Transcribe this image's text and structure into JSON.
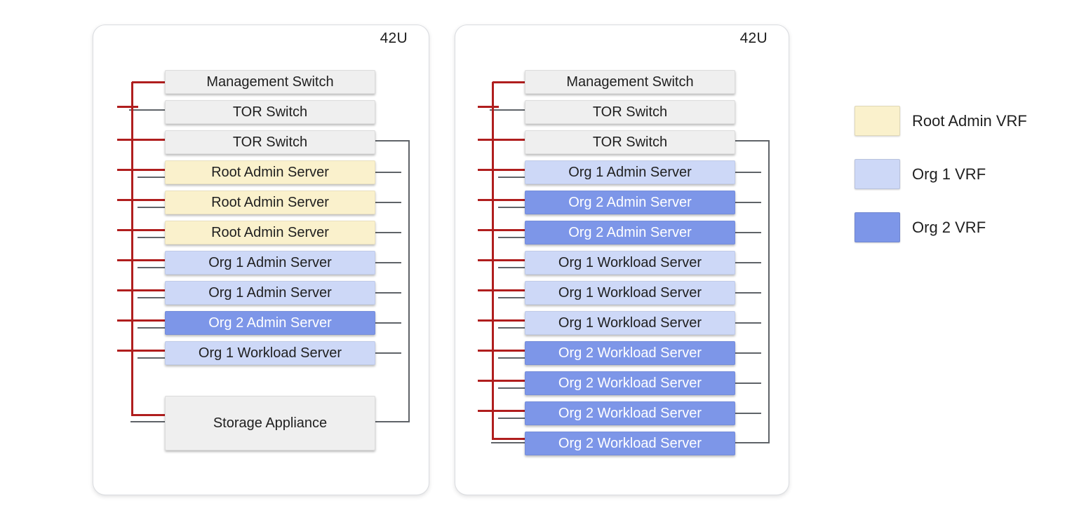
{
  "palette": {
    "management_network_line": "#b01e1e",
    "data_network_line": "#5f6368",
    "infra_fill": "#efefef",
    "root_admin_fill": "#faf1cc",
    "org1_fill": "#cdd8f7",
    "org2_fill": "#7d96e8",
    "text_dark": "#1f1f1f",
    "text_light": "#ffffff",
    "rack_border": "#dadce0"
  },
  "racks": [
    {
      "name": "rack-1",
      "capacity_label": "42U",
      "devices": [
        {
          "label": "Management Switch",
          "vrf": "infra",
          "role": "management-switch"
        },
        {
          "label": "TOR Switch",
          "vrf": "infra",
          "role": "tor-uplink"
        },
        {
          "label": "TOR Switch",
          "vrf": "infra",
          "role": "tor-data"
        },
        {
          "label": "Root Admin Server",
          "vrf": "root_admin",
          "role": "server"
        },
        {
          "label": "Root Admin Server",
          "vrf": "root_admin",
          "role": "server"
        },
        {
          "label": "Root Admin Server",
          "vrf": "root_admin",
          "role": "server"
        },
        {
          "label": "Org 1 Admin Server",
          "vrf": "org1",
          "role": "server"
        },
        {
          "label": "Org 1 Admin Server",
          "vrf": "org1",
          "role": "server"
        },
        {
          "label": "Org 2 Admin Server",
          "vrf": "org2",
          "role": "server"
        },
        {
          "label": "Org 1 Workload Server",
          "vrf": "org1",
          "role": "server"
        },
        {
          "label": "Storage Appliance",
          "vrf": "infra",
          "role": "bottom"
        }
      ]
    },
    {
      "name": "rack-2",
      "capacity_label": "42U",
      "devices": [
        {
          "label": "Management Switch",
          "vrf": "infra",
          "role": "management-switch"
        },
        {
          "label": "TOR Switch",
          "vrf": "infra",
          "role": "tor-uplink"
        },
        {
          "label": "TOR Switch",
          "vrf": "infra",
          "role": "tor-data"
        },
        {
          "label": "Org 1 Admin Server",
          "vrf": "org1",
          "role": "server"
        },
        {
          "label": "Org 2 Admin Server",
          "vrf": "org2",
          "role": "server"
        },
        {
          "label": "Org 2 Admin Server",
          "vrf": "org2",
          "role": "server"
        },
        {
          "label": "Org 1 Workload Server",
          "vrf": "org1",
          "role": "server"
        },
        {
          "label": "Org 1 Workload Server",
          "vrf": "org1",
          "role": "server"
        },
        {
          "label": "Org 1 Workload Server",
          "vrf": "org1",
          "role": "server"
        },
        {
          "label": "Org 2 Workload Server",
          "vrf": "org2",
          "role": "server"
        },
        {
          "label": "Org 2 Workload Server",
          "vrf": "org2",
          "role": "server"
        },
        {
          "label": "Org 2 Workload Server",
          "vrf": "org2",
          "role": "server"
        },
        {
          "label": "Org 2 Workload Server",
          "vrf": "org2",
          "role": "bottom"
        }
      ]
    }
  ],
  "legend": [
    {
      "label": "Root Admin VRF",
      "swatch": "root_admin"
    },
    {
      "label": "Org 1 VRF",
      "swatch": "org1"
    },
    {
      "label": "Org 2 VRF",
      "swatch": "org2"
    }
  ]
}
